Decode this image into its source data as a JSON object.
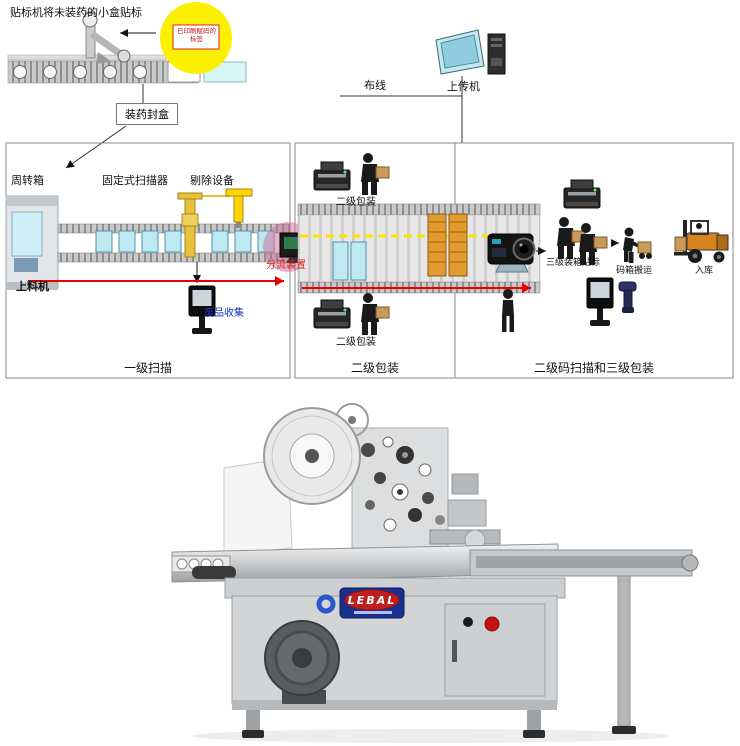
{
  "top": {
    "note": "贴标机将未装药的小盒贴标",
    "roll_note": "已印刷赋码的标签",
    "fill_seal": "装药封盒",
    "wiring": "布线",
    "upload": "上传机"
  },
  "panel1": {
    "title": "一级扫描",
    "turnover_box": "周转箱",
    "fixed_scanner": "固定式扫描器",
    "reject_device": "剔除设备",
    "feeder": "上料机",
    "diverter": "分流装置",
    "waste_collect": "废品收集"
  },
  "panel2": {
    "title": "二级包装",
    "pack_top": "二级包装",
    "pack_bottom": "二级包装"
  },
  "panel3": {
    "title": "二级码扫描和三级包装",
    "tertiary_pack": "三级装箱贴标",
    "carton_move": "码箱搬运",
    "warehouse": "入库"
  },
  "machine": {
    "brand": "LEBAL"
  },
  "colors": {
    "arrow_red": "#e80000",
    "highlight_yellow": "#fbf000",
    "box_cyan": "#bfe9f2",
    "box_orange": "#e39a2e",
    "logo_blue": "#1b2f8f",
    "logo_red": "#c01f1f"
  }
}
